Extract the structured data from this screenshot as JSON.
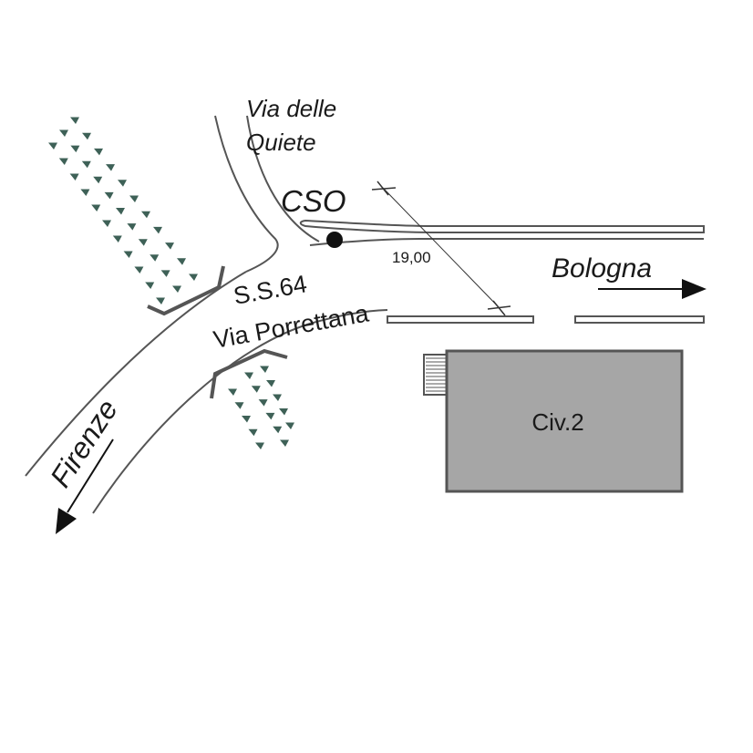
{
  "labels": {
    "via_delle_quiete_line1": "Via delle",
    "via_delle_quiete_line2": "Quiete",
    "cso": "CSO",
    "distance": "19,00",
    "bologna": "Bologna",
    "ss64_line1": "S.S.64",
    "ss64_line2": "Via Porrettana",
    "firenze": "Firenze",
    "civ2": "Civ.2"
  },
  "colors": {
    "road_line": "#555555",
    "building_fill": "#a6a6a6",
    "building_stroke": "#555555",
    "vegetation": "#3e6157",
    "guardrail": "#555555",
    "cso_marker": "#111111",
    "arrow": "#111111"
  },
  "icons": {
    "cso_marker": "filled-circle",
    "direction_arrow": "arrow-head",
    "vegetation": "triangle-hedge"
  }
}
